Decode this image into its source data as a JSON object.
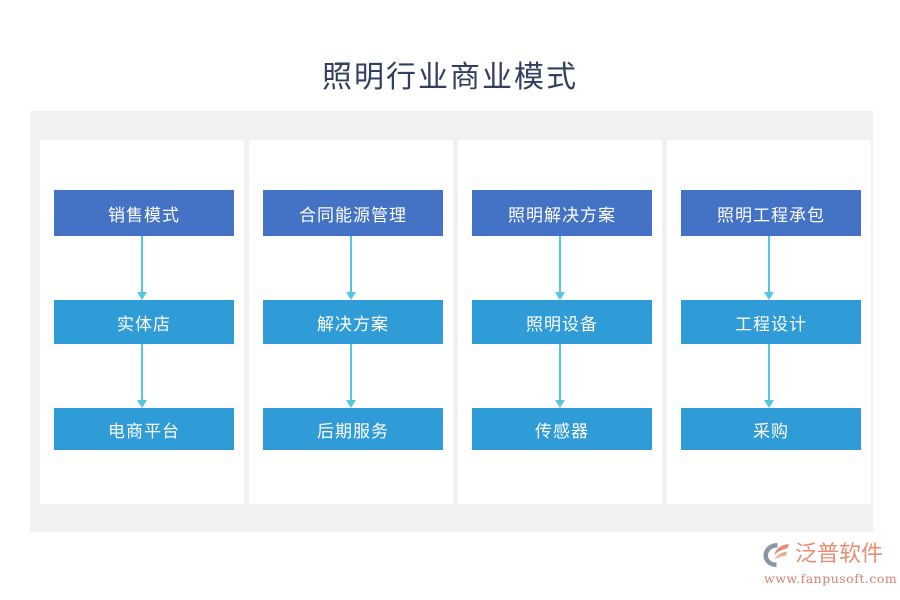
{
  "title": "照明行业商业模式",
  "theme": {
    "page_bg": "#ffffff",
    "panel_bg": "#f1f1f1",
    "card_bg": "#ffffff",
    "level0_box": "#4472c4",
    "level1_box": "#2f9bd7",
    "level2_box": "#2f9bd7",
    "connector": "#55c6e0",
    "title_color": "#333f60",
    "node_text": "#ffffff",
    "logo_color": "#e98c74"
  },
  "chart_data": {
    "type": "diagram",
    "title": "照明行业商业模式",
    "layout": "four-column top-down flowchart",
    "columns": [
      {
        "id": "col-1",
        "nodes": [
          {
            "label": "销售模式",
            "level": 0
          },
          {
            "label": "实体店",
            "level": 1
          },
          {
            "label": "电商平台",
            "level": 2
          }
        ]
      },
      {
        "id": "col-2",
        "nodes": [
          {
            "label": "合同能源管理",
            "level": 0
          },
          {
            "label": "解决方案",
            "level": 1
          },
          {
            "label": "后期服务",
            "level": 2
          }
        ]
      },
      {
        "id": "col-3",
        "nodes": [
          {
            "label": "照明解决方案",
            "level": 0
          },
          {
            "label": "照明设备",
            "level": 1
          },
          {
            "label": "传感器",
            "level": 2
          }
        ]
      },
      {
        "id": "col-4",
        "nodes": [
          {
            "label": "照明工程承包",
            "level": 0
          },
          {
            "label": "工程设计",
            "level": 1
          },
          {
            "label": "采购",
            "level": 2
          }
        ]
      }
    ],
    "connectors": [
      {
        "from": "销售模式",
        "to": "实体店",
        "style": "arrow-down"
      },
      {
        "from": "实体店",
        "to": "电商平台",
        "style": "arrow-down"
      },
      {
        "from": "合同能源管理",
        "to": "解决方案",
        "style": "arrow-down"
      },
      {
        "from": "解决方案",
        "to": "后期服务",
        "style": "arrow-down"
      },
      {
        "from": "照明解决方案",
        "to": "照明设备",
        "style": "arrow-down"
      },
      {
        "from": "照明设备",
        "to": "传感器",
        "style": "arrow-down"
      },
      {
        "from": "照明工程承包",
        "to": "工程设计",
        "style": "arrow-down"
      },
      {
        "from": "工程设计",
        "to": "采购",
        "style": "arrow-down"
      }
    ]
  },
  "columns": [
    {
      "n0": "销售模式",
      "n1": "实体店",
      "n2": "电商平台"
    },
    {
      "n0": "合同能源管理",
      "n1": "解决方案",
      "n2": "后期服务"
    },
    {
      "n0": "照明解决方案",
      "n1": "照明设备",
      "n2": "传感器"
    },
    {
      "n0": "照明工程承包",
      "n1": "工程设计",
      "n2": "采购"
    }
  ],
  "logo": {
    "icon": "fanpu-swoosh-logo-icon",
    "brand": "泛普软件",
    "url": "www.fanpusoft.com"
  }
}
